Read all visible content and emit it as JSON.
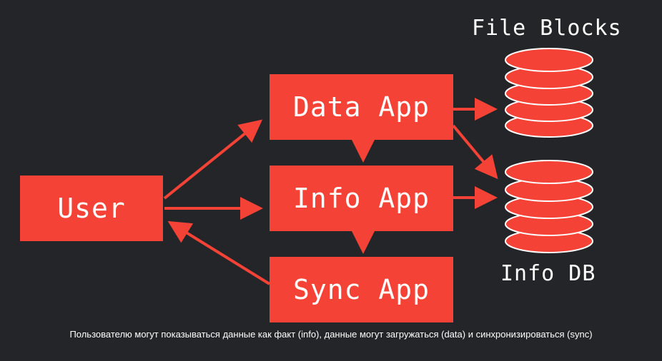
{
  "nodes": {
    "user": "User",
    "data_app": "Data App",
    "info_app": "Info App",
    "sync_app": "Sync App"
  },
  "storage": {
    "file_blocks": "File Blocks",
    "info_db": "Info DB"
  },
  "caption": "Пользователю могут показываться данные как факт (info), данные могут загружаться (data) и синхронизироваться (sync)",
  "colors": {
    "background": "#232528",
    "accent": "#f44336",
    "text": "#ffffff"
  }
}
